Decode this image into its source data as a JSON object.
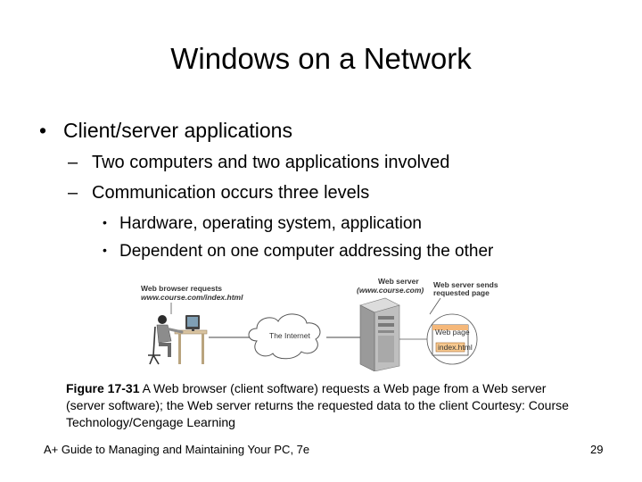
{
  "slide": {
    "title": "Windows on a Network",
    "bullets": {
      "l1": "Client/server applications",
      "l2": [
        "Two computers and two applications involved",
        "Communication occurs three levels"
      ],
      "l3": [
        "Hardware, operating system, application",
        "Dependent on one computer addressing the other"
      ]
    },
    "figure": {
      "browser_request_label": "Web browser requests",
      "browser_request_url": "www.course.com/index.html",
      "internet_label": "The Internet",
      "server_label": "Web server",
      "server_url": "(www.course.com)",
      "server_sends_line1": "Web server sends",
      "server_sends_line2": "requested page",
      "web_page_label": "Web page",
      "file_label": "index.html"
    },
    "caption": {
      "figure_number": "Figure 17-31",
      "text": " A Web browser (client software) requests a Web page from a Web server (server software); the Web server returns the requested data to the client Courtesy: Course Technology/Cengage Learning"
    },
    "footer": {
      "left": "A+ Guide to Managing and Maintaining Your PC, 7e",
      "page_number": "29"
    }
  }
}
